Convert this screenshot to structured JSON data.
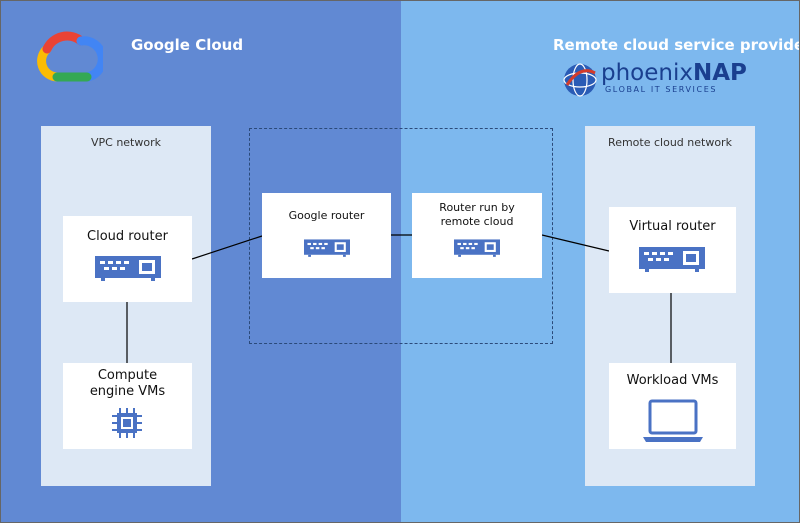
{
  "left_region": {
    "title": "Google Cloud",
    "logo": "google-cloud-logo"
  },
  "right_region": {
    "title": "Remote cloud service provider",
    "brand": {
      "name_part1": "phoenix",
      "name_part2": "NAP",
      "tagline": "GLOBAL IT SERVICES"
    }
  },
  "vpc_panel": {
    "label": "VPC network"
  },
  "remote_panel": {
    "label": "Remote cloud network"
  },
  "boxes": {
    "cloud_router": {
      "label": "Cloud router",
      "icon": "router-icon"
    },
    "compute_vms": {
      "label_line1": "Compute",
      "label_line2": "engine VMs",
      "icon": "chip-icon"
    },
    "google_router": {
      "label": "Google router",
      "icon": "router-icon"
    },
    "remote_router": {
      "label_line1": "Router run by",
      "label_line2": "remote cloud",
      "icon": "router-icon"
    },
    "virtual_router": {
      "label": "Virtual router",
      "icon": "router-icon"
    },
    "workload_vms": {
      "label": "Workload VMs",
      "icon": "laptop-icon"
    }
  },
  "colors": {
    "left_bg": "#6189d3",
    "right_bg": "#7db8ee",
    "panel_bg": "#dde8f5",
    "icon_blue": "#4a72c4",
    "brand_blue": "#1a3f8f"
  }
}
